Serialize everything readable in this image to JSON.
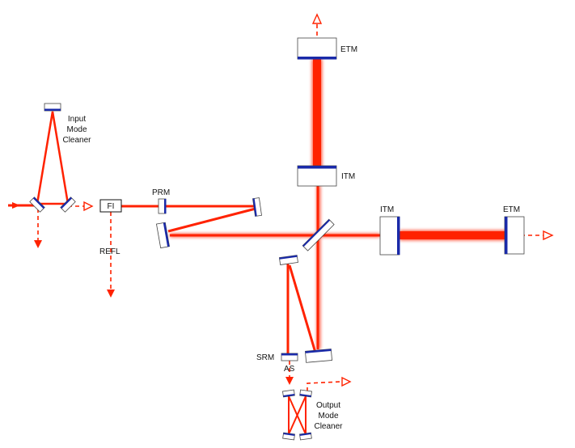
{
  "colors": {
    "beam": "#ff2200",
    "mirror_coating": "#1a2aa8",
    "mirror_outline": "#444444"
  },
  "labels": {
    "etm_y": "ETM",
    "itm_y": "ITM",
    "itm_x": "ITM",
    "etm_x": "ETM",
    "prm": "PRM",
    "fi": "FI",
    "refl": "REFL",
    "srm": "SRM",
    "as": "AS",
    "imc": [
      "Input",
      "Mode",
      "Cleaner"
    ],
    "omc": [
      "Output",
      "Mode",
      "Cleaner"
    ]
  }
}
